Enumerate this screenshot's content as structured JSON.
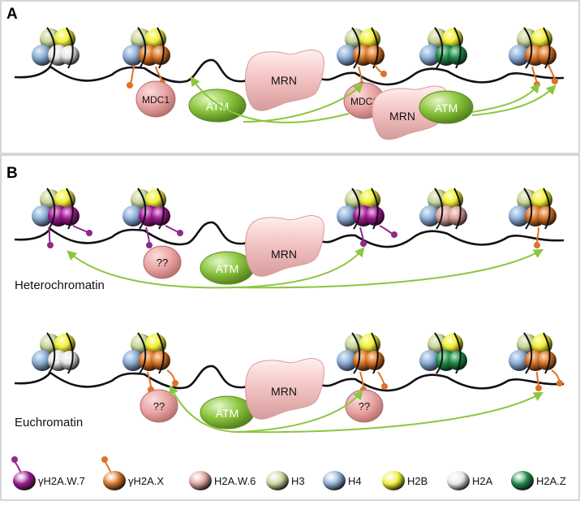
{
  "panel_a": {
    "letter": "A",
    "labels": {
      "mdc1_left": "MDC1",
      "atm_left": "ATM",
      "mrn_center": "MRN",
      "mdc1_right": "MDC1",
      "mrn_right": "MRN",
      "atm_right": "ATM"
    }
  },
  "panel_b": {
    "letter": "B",
    "heterochromatin": {
      "region_label": "Heterochromatin",
      "labels": {
        "unknown": "??",
        "atm": "ATM",
        "mrn": "MRN"
      }
    },
    "euchromatin": {
      "region_label": "Euchromatin",
      "labels": {
        "unknown_left": "??",
        "atm": "ATM",
        "mrn": "MRN",
        "unknown_right": "??"
      }
    }
  },
  "legend": [
    {
      "label": "γH2A.W.7",
      "color": "#9a1a8f",
      "tail": "#8e2a8a"
    },
    {
      "label": "γH2A.X",
      "color": "#d87426",
      "tail": "#e07028"
    },
    {
      "label": "H2A.W.6",
      "color": "#d9a29c"
    },
    {
      "label": "H3",
      "color": "#c9d49a"
    },
    {
      "label": "H4",
      "color": "#8fb0d6"
    },
    {
      "label": "H2B",
      "color": "#f1ef38"
    },
    {
      "label": "H2A",
      "color": "#e6e6e6"
    },
    {
      "label": "H2A.Z",
      "color": "#1f8a4a"
    }
  ],
  "colors": {
    "atm": "#8cc63f",
    "mrn": "#f6c9c9",
    "mdc1": "#e9a3a3",
    "arrow": "#8cc63f",
    "dna": "#111111"
  }
}
